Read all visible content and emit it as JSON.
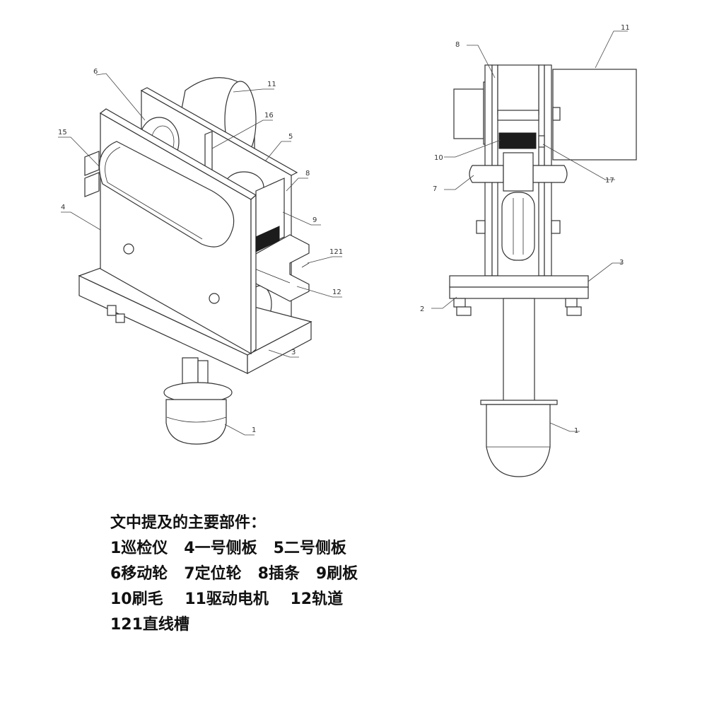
{
  "callouts": {
    "left": [
      "6",
      "11",
      "16",
      "15",
      "5",
      "8",
      "4",
      "9",
      "121",
      "12",
      "3",
      "1"
    ],
    "right": [
      "8",
      "11",
      "10",
      "17",
      "7",
      "3",
      "2",
      "1"
    ]
  },
  "legend": {
    "title": "文中提及的主要部件：",
    "rows": [
      "1巡检仪   4一号侧板   5二号侧板",
      "6移动轮   7定位轮   8插条   9刷板",
      "10刷毛    11驱动电机    12轨道",
      "121直线槽"
    ]
  }
}
